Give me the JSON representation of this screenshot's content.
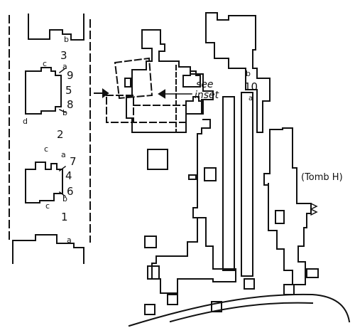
{
  "labels": {
    "inset_1": "1",
    "inset_2": "2",
    "inset_3": "3",
    "inset_4": "4",
    "inset_5": "5",
    "inset_6": "6",
    "inset_7": "7",
    "inset_8": "8",
    "inset_9": "9",
    "inset_a_top": "a",
    "inset_a_mid": "a",
    "inset_a_bottom": "a",
    "inset_b_top": "b",
    "inset_b_upper": "b",
    "inset_b_lower": "b",
    "inset_c_upper": "c",
    "inset_c_mid": "c",
    "inset_c_lower": "c",
    "inset_d": "d",
    "see": "see",
    "inset": "inset",
    "main_10": "10",
    "main_b": "b",
    "main_a": "a",
    "tomb_h": "(Tomb H)"
  },
  "colors": {
    "ink": "#111111",
    "background": "#ffffff"
  }
}
